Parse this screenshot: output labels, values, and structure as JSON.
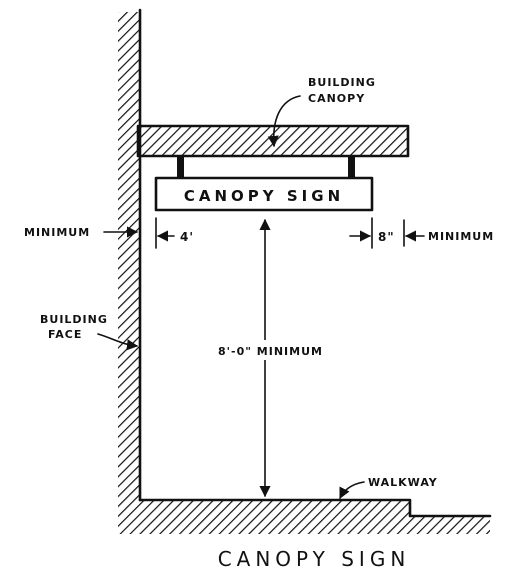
{
  "labels": {
    "building_canopy_line1": "BUILDING",
    "building_canopy_line2": "CANOPY",
    "sign_text": "CANOPY SIGN",
    "min_left": "MINIMUM",
    "min_right": "MINIMUM",
    "dim_left": "4'",
    "dim_right": "8\"",
    "building_face_line1": "BUILDING",
    "building_face_line2": "FACE",
    "clearance": "8'-0\" MINIMUM",
    "walkway": "WALKWAY",
    "caption": "CANOPY SIGN"
  }
}
